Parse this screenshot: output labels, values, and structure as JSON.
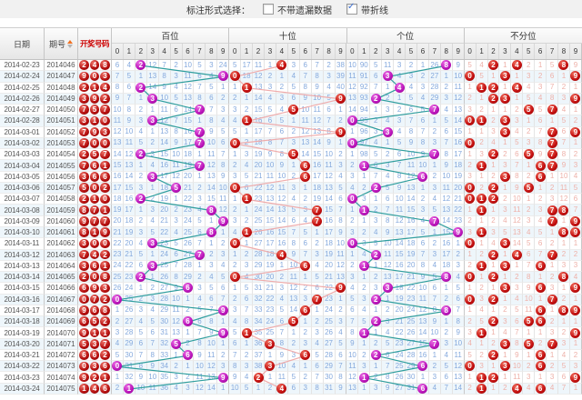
{
  "toolbar": {
    "label": "标注形式选择：",
    "options": [
      {
        "label": "不带遗漏数据",
        "checked": false
      },
      {
        "label": "带折线",
        "checked": true
      }
    ]
  },
  "header": {
    "date": "日期",
    "period": "期号",
    "numbers": "开奖号码",
    "groups": [
      "百位",
      "十位",
      "个位",
      "不分位"
    ],
    "digits": [
      "0",
      "1",
      "2",
      "3",
      "4",
      "5",
      "6",
      "7",
      "8",
      "9"
    ]
  },
  "chart": {
    "rows": [
      {
        "date": "2014-02-23",
        "period": "2014046",
        "num": [
          2,
          4,
          8
        ]
      },
      {
        "date": "2014-02-24",
        "period": "2014047",
        "num": [
          9,
          0,
          3
        ]
      },
      {
        "date": "2014-02-25",
        "period": "2014048",
        "num": [
          2,
          1,
          4
        ]
      },
      {
        "date": "2014-02-26",
        "period": "2014049",
        "num": [
          3,
          9,
          2
        ]
      },
      {
        "date": "2014-02-27",
        "period": "2014050",
        "num": [
          7,
          5,
          7
        ]
      },
      {
        "date": "2014-02-28",
        "period": "2014051",
        "num": [
          3,
          1,
          0
        ]
      },
      {
        "date": "2014-03-01",
        "period": "2014052",
        "num": [
          7,
          9,
          3
        ]
      },
      {
        "date": "2014-03-02",
        "period": "2014053",
        "num": [
          7,
          0,
          0
        ]
      },
      {
        "date": "2014-03-03",
        "period": "2014054",
        "num": [
          2,
          5,
          7
        ]
      },
      {
        "date": "2014-03-04",
        "period": "2014055",
        "num": [
          7,
          6,
          1
        ]
      },
      {
        "date": "2014-03-05",
        "period": "2014056",
        "num": [
          3,
          6,
          6
        ]
      },
      {
        "date": "2014-03-06",
        "period": "2014057",
        "num": [
          5,
          0,
          2
        ]
      },
      {
        "date": "2014-03-07",
        "period": "2014058",
        "num": [
          2,
          1,
          0
        ]
      },
      {
        "date": "2014-03-08",
        "period": "2014059",
        "num": [
          8,
          7,
          1
        ]
      },
      {
        "date": "2014-03-09",
        "period": "2014060",
        "num": [
          9,
          7,
          7
        ]
      },
      {
        "date": "2014-03-10",
        "period": "2014061",
        "num": [
          8,
          1,
          9
        ]
      },
      {
        "date": "2014-03-11",
        "period": "2014062",
        "num": [
          3,
          0,
          0
        ]
      },
      {
        "date": "2014-03-12",
        "period": "2014063",
        "num": [
          7,
          4,
          2
        ]
      },
      {
        "date": "2014-03-13",
        "period": "2014064",
        "num": [
          3,
          6,
          1
        ]
      },
      {
        "date": "2014-03-14",
        "period": "2014065",
        "num": [
          2,
          0,
          8
        ]
      },
      {
        "date": "2014-03-15",
        "period": "2014066",
        "num": [
          6,
          9,
          3
        ]
      },
      {
        "date": "2014-03-16",
        "period": "2014067",
        "num": [
          0,
          7,
          2
        ]
      },
      {
        "date": "2014-03-17",
        "period": "2014068",
        "num": [
          9,
          6,
          8
        ]
      },
      {
        "date": "2014-03-18",
        "period": "2014069",
        "num": [
          6,
          5,
          2
        ]
      },
      {
        "date": "2014-03-19",
        "period": "2014070",
        "num": [
          9,
          1,
          1
        ]
      },
      {
        "date": "2014-03-20",
        "period": "2014071",
        "num": [
          5,
          3,
          7
        ]
      },
      {
        "date": "2014-03-21",
        "period": "2014072",
        "num": [
          6,
          6,
          2
        ]
      },
      {
        "date": "2014-03-22",
        "period": "2014073",
        "num": [
          0,
          3,
          6
        ]
      },
      {
        "date": "2014-03-23",
        "period": "2014074",
        "num": [
          9,
          2,
          1
        ]
      },
      {
        "date": "2014-03-24",
        "period": "2014075",
        "num": [
          1,
          4,
          6
        ]
      }
    ],
    "first_row_omissions": {
      "bai": [
        6,
        4,
        0,
        12,
        7,
        2,
        10,
        5,
        3,
        24
      ],
      "shi": [
        5,
        17,
        11,
        1,
        0,
        3,
        6,
        7,
        2,
        38
      ],
      "ge": [
        10,
        90,
        5,
        11,
        3,
        2,
        1,
        26,
        0,
        9
      ],
      "bufen": [
        5,
        4,
        0,
        1,
        0,
        2,
        1,
        5,
        0,
        9
      ]
    }
  },
  "colors": {
    "ball_red": "#b60f0f",
    "circle_magenta": "#bb16bb",
    "circle_red": "#c41010",
    "line_teal": "#2f9e9e",
    "line_pink": "#efabab",
    "value_blue": "#85a9dd",
    "value_pink": "#eeb0a8"
  }
}
